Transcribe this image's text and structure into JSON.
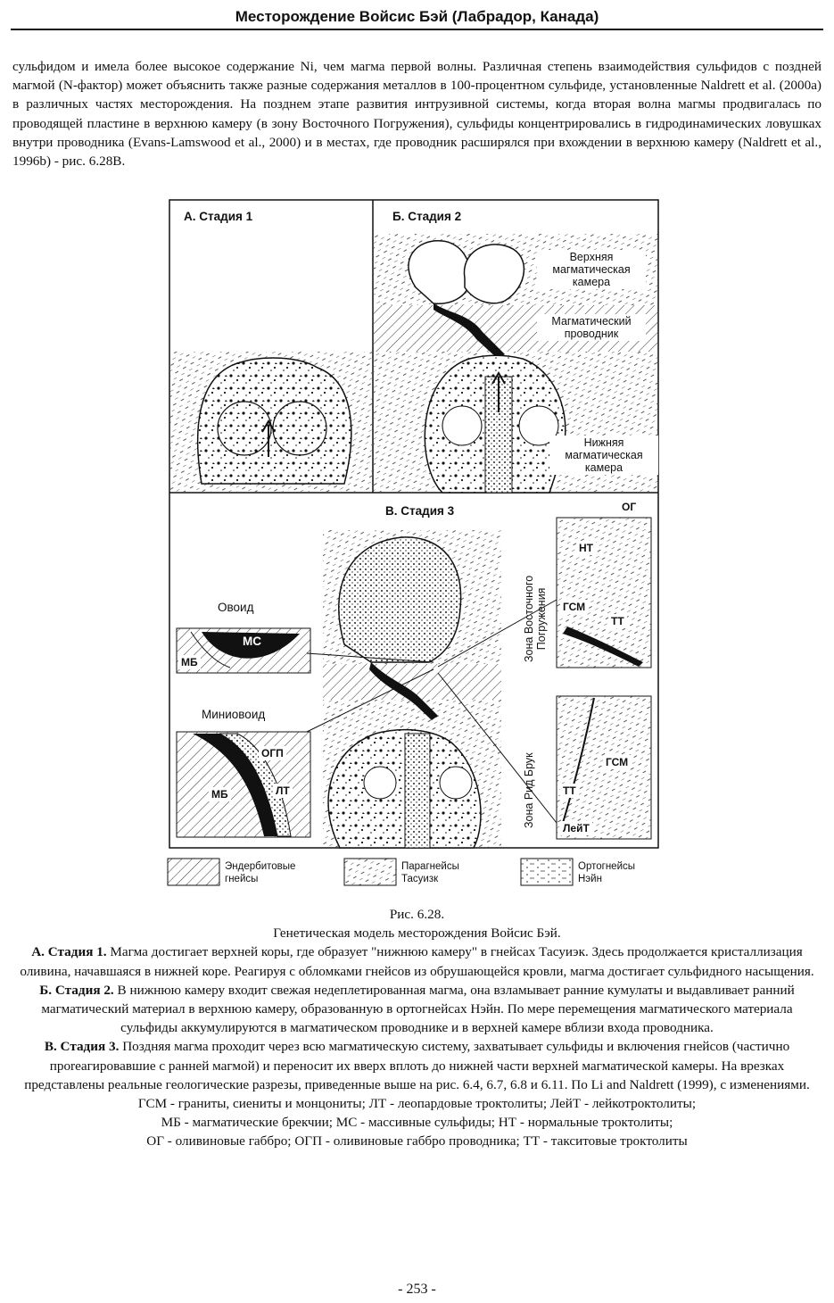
{
  "header": {
    "title": "Месторождение Войсис Бэй (Лабрадор, Канада)"
  },
  "body": {
    "paragraph": "сульфидом и имела более высокое содержание Ni, чем магма первой волны. Различная степень взаимодействия сульфидов с поздней магмой (N-фактор) может объяснить также разные содержания металлов в 100-процентном сульфиде, установленные Naldrett et al. (2000a) в различных частях месторождения. На позднем этапе развития интрузивной системы, когда вторая волна магмы продвигалась по проводящей пластине в верхнюю камеру (в зону Восточного Погружения), сульфиды концентрировались в гидродинамических ловушках внутри проводника (Evans-Lamswood et al., 2000) и в местах, где проводник расширялся при вхождении в верхнюю камеру (Naldrett et al., 1996b) - рис. 6.28В."
  },
  "figure": {
    "panel_a": {
      "title": "А. Стадия 1"
    },
    "panel_b": {
      "title": "Б. Стадия 2",
      "upper_chamber": [
        "Верхняя",
        "магматическая",
        "камера"
      ],
      "conduit": [
        "Магматический",
        "проводник"
      ],
      "lower_chamber": [
        "Нижняя",
        "магматическая",
        "камера"
      ]
    },
    "panel_c": {
      "title": "В. Стадия 3",
      "ovoid": "Овоид",
      "ovoid_ms": "МС",
      "ovoid_mb": "МБ",
      "miniovoid": "Миниовоид",
      "miniovoid_ogp": "ОГП",
      "miniovoid_mb": "МБ",
      "miniovoid_lt": "ЛТ",
      "zone_east": [
        "Зона Восточного",
        "Погружения"
      ],
      "zone_east_labels": {
        "og": "ОГ",
        "nt": "НТ",
        "gsm": "ГСМ",
        "tt": "ТТ"
      },
      "zone_reid": "Зона Рид Брук",
      "zone_reid_labels": {
        "gsm": "ГСМ",
        "tt": "ТТ",
        "leit": "ЛейТ"
      }
    },
    "legend": [
      {
        "label_1": "Эндербитовые",
        "label_2": "гнейсы",
        "pattern": "hatch"
      },
      {
        "label_1": "Парагнейсы",
        "label_2": "Тасуизк",
        "pattern": "dashed"
      },
      {
        "label_1": "Ортогнейсы",
        "label_2": "Нэйн",
        "pattern": "dotted-dash"
      }
    ]
  },
  "caption": {
    "fig_number": "Рис. 6.28.",
    "fig_title": "Генетическая модель месторождения Войсис Бэй.",
    "stage_a_label": "А. Стадия 1.",
    "stage_a_text": " Магма достигает верхней коры, где образует \"нижнюю камеру\" в гнейсах Тасуиэк. Здесь продолжается кристаллизация оливина, начавшаяся в нижней коре. Реагируя с обломками гнейсов из обрушающейся кровли, магма достигает сульфидного насыщения.",
    "stage_b_label": "Б. Стадия 2.",
    "stage_b_text": " В нижнюю камеру входит свежая недеплетированная магма, она взламывает ранние кумулаты и выдавливает ранний магматический материал в верхнюю камеру, образованную в ортогнейсах Нэйн. По мере перемещения магматического материала сульфиды аккумулируются в магматическом проводнике и в верхней камере вблизи входа проводника.",
    "stage_c_label": "В. Стадия 3.",
    "stage_c_text": " Поздняя магма проходит через всю магматическую систему, захватывает сульфиды и включения гнейсов (частично проreагировавшие с ранней магмой) и переносит их вверх вплоть до нижней части верхней магматической камеры. На врезках представлены реальные геологические разрезы, приведенные выше на рис. 6.4, 6.7, 6.8 и 6.11. По Li and Naldrett (1999), с изменениями.",
    "abbr_1": "ГСМ - граниты, сиениты и монцониты; ЛТ - леопардовые троктолиты; ЛейТ - лейкотроктолиты;",
    "abbr_2": "МБ - магматические брекчии; МС - массивные сульфиды; НТ - нормальные троктолиты;",
    "abbr_3": "ОГ - оливиновые габбро; ОГП - оливиновые габбро проводника; ТТ - такситовые троктолиты"
  },
  "page_number": "- 253 -"
}
